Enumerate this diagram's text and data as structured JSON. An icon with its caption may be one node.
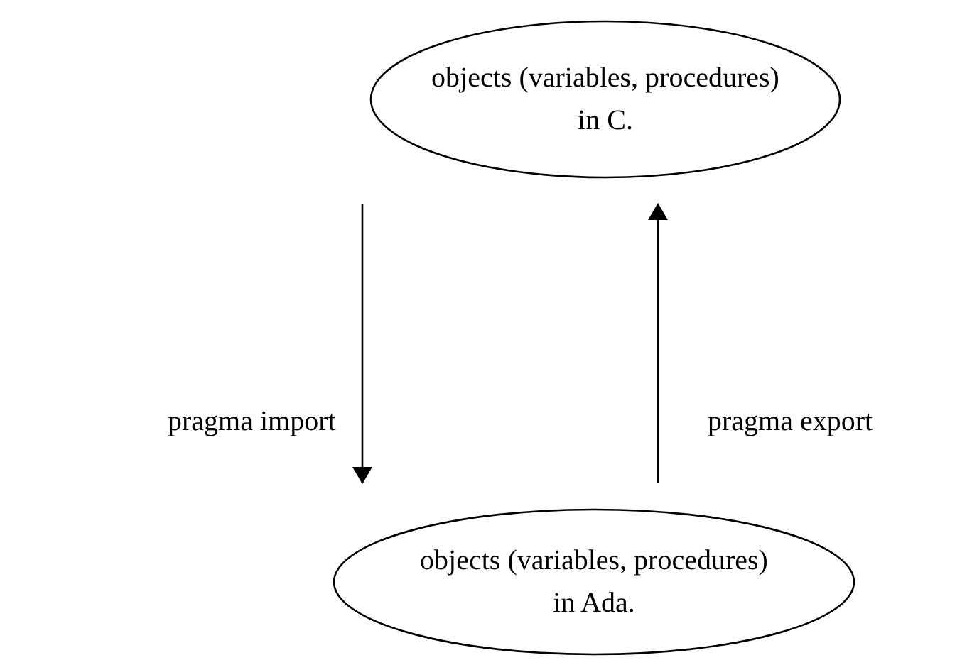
{
  "diagram": {
    "nodes": [
      {
        "text": [
          "objects (variables, procedures) in C."
        ]
      },
      {
        "text": [
          "objects (variables, procedures) in Ada."
        ]
      }
    ],
    "edges": [
      {
        "from": 0,
        "to": 1,
        "arrow": "to",
        "label": "pragma import"
      },
      {
        "from": 1,
        "to": 0,
        "arrow": "to",
        "label": "pragma export"
      }
    ]
  }
}
